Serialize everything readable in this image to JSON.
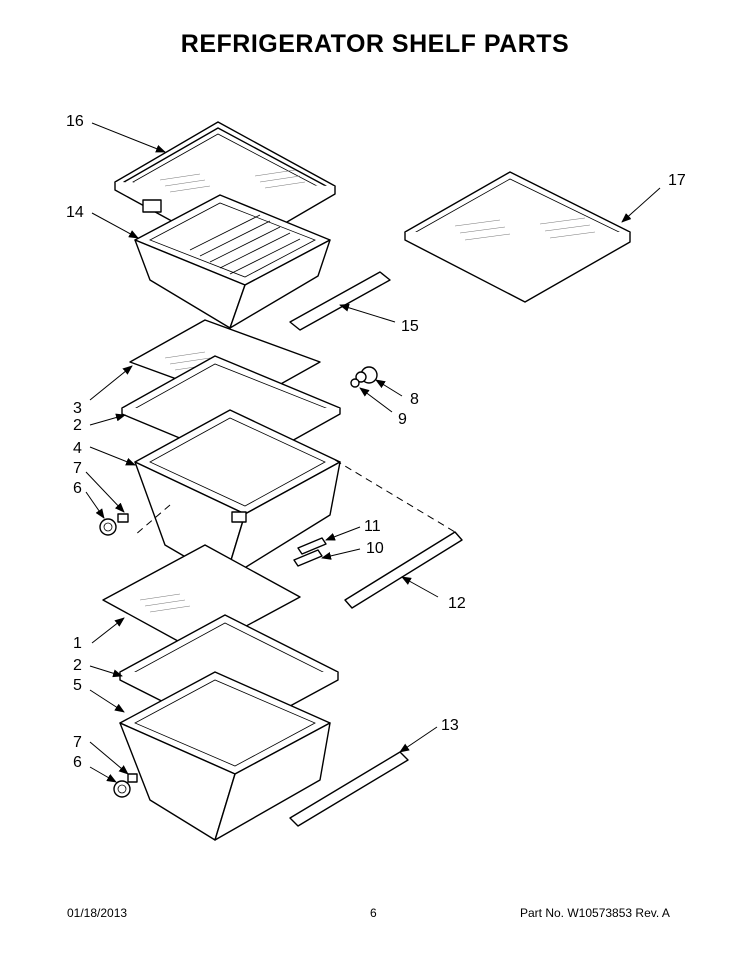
{
  "page": {
    "title": "REFRIGERATOR SHELF PARTS",
    "footer": {
      "date": "01/18/2013",
      "page_number": "6",
      "part_info": "Part No.  W10573853  Rev.  A"
    }
  },
  "callouts": {
    "c16": "16",
    "c17": "17",
    "c14": "14",
    "c15": "15",
    "c3": "3",
    "c2a": "2",
    "c8": "8",
    "c9": "9",
    "c4": "4",
    "c7a": "7",
    "c6a": "6",
    "c11": "11",
    "c10": "10",
    "c12": "12",
    "c1": "1",
    "c2b": "2",
    "c5": "5",
    "c13": "13",
    "c7b": "7",
    "c6b": "6"
  }
}
